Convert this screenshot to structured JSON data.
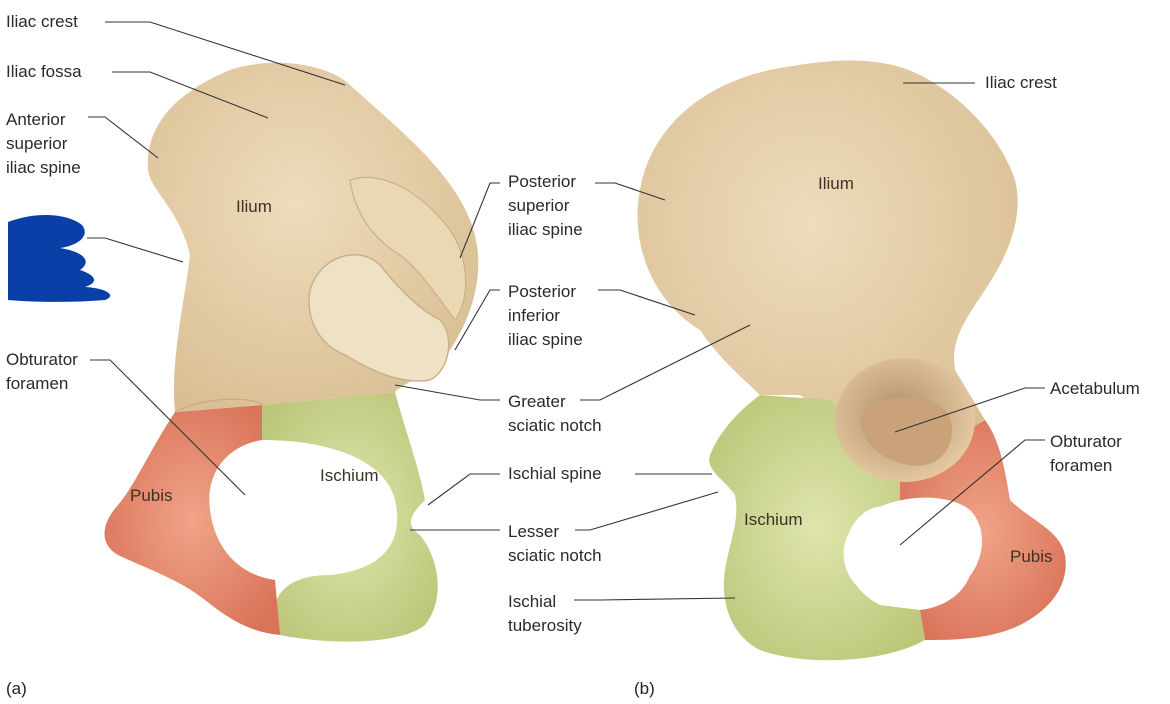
{
  "panels": {
    "a": "(a)",
    "b": "(b)"
  },
  "left_labels": {
    "iliac_crest": "Iliac crest",
    "iliac_fossa": "Iliac fossa",
    "anterior_superior_iliac_spine": "Anterior\nsuperior\niliac spine",
    "obturator_foramen": "Obturator\nforamen",
    "ilium": "Ilium",
    "pubis": "Pubis",
    "ischium": "Ischium"
  },
  "middle_labels": {
    "posterior_superior_iliac_spine": "Posterior\nsuperior\niliac spine",
    "posterior_inferior_iliac_spine": "Posterior\ninferior\niliac spine",
    "greater_sciatic_notch": "Greater\nsciatic notch",
    "ischial_spine": "Ischial spine",
    "lesser_sciatic_notch": "Lesser\nsciatic notch",
    "ischial_tuberosity": "Ischial\ntuberosity"
  },
  "right_labels": {
    "iliac_crest": "Iliac crest",
    "acetabulum": "Acetabulum",
    "obturator_foramen": "Obturator\nforamen",
    "ilium": "Ilium",
    "ischium": "Ischium",
    "pubis": "Pubis"
  },
  "colors": {
    "ilium": "#e6cfa8",
    "ischium": "#d4dc9a",
    "pubis": "#e48a6c",
    "redaction": "#0b3fa8"
  }
}
